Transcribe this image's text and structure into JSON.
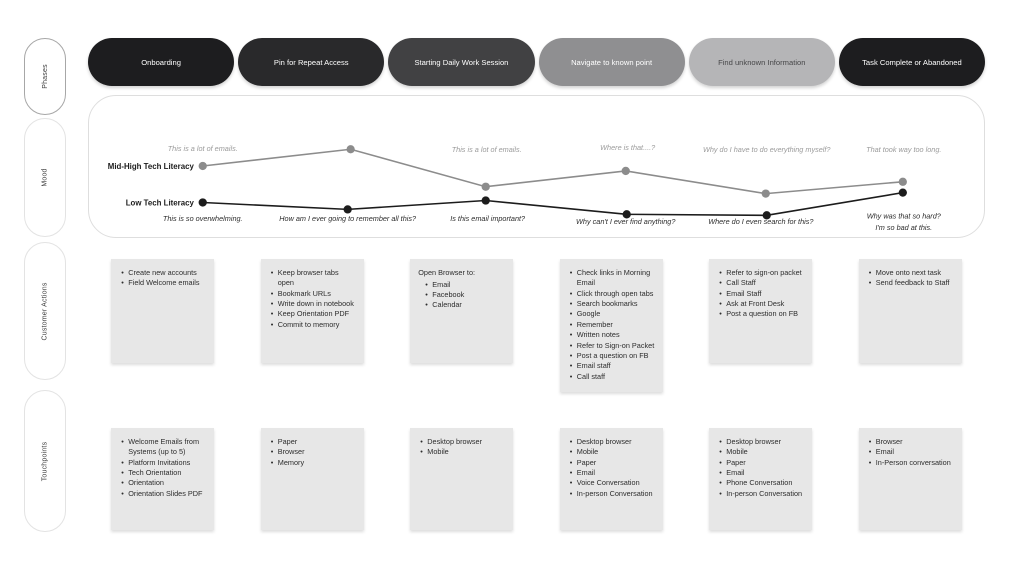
{
  "sidebar": {
    "labels": [
      {
        "label": "Phases"
      },
      {
        "label": "Mood"
      },
      {
        "label": "Customer Actions"
      },
      {
        "label": "Touchpoints"
      }
    ]
  },
  "phases": [
    {
      "label": "Onboarding",
      "bg": "#1d1d1f",
      "fg": "#ffffff"
    },
    {
      "label": "Pin for Repeat Access",
      "bg": "#29292b",
      "fg": "#ffffff"
    },
    {
      "label": "Starting Daily Work Session",
      "bg": "#414143",
      "fg": "#ffffff"
    },
    {
      "label": "Navigate to known point",
      "bg": "#8f8f91",
      "fg": "#ffffff"
    },
    {
      "label": "Find unknown Information",
      "bg": "#b5b5b7",
      "fg": "#474749"
    },
    {
      "label": "Task Complete or Abandoned",
      "bg": "#1d1d1f",
      "fg": "#ffffff"
    }
  ],
  "chart_data": {
    "type": "line",
    "categories": [
      "Onboarding",
      "Pin for Repeat Access",
      "Starting Daily Work Session",
      "Navigate to known point",
      "Find unknown Information",
      "Task Complete or Abandoned"
    ],
    "series": [
      {
        "name": "Mid-High Tech Literacy",
        "color": "#8c8c8c",
        "points": [
          [
            110,
            71
          ],
          [
            260,
            54
          ],
          [
            397,
            92
          ],
          [
            539,
            76
          ],
          [
            681,
            99
          ],
          [
            820,
            87
          ]
        ]
      },
      {
        "name": "Low Tech Literacy",
        "color": "#1c1c1c",
        "points": [
          [
            110,
            108
          ],
          [
            257,
            115
          ],
          [
            397,
            106
          ],
          [
            540,
            120
          ],
          [
            682,
            121
          ],
          [
            820,
            98
          ]
        ]
      }
    ],
    "quotes_top": [
      {
        "text": "This is a lot of emails.",
        "x": 110,
        "y": 56
      },
      {
        "text": "This is a lot of emails.",
        "x": 398,
        "y": 57
      },
      {
        "text": "Where is that....?",
        "x": 541,
        "y": 55
      },
      {
        "text": "Why do I have to do everything myself?",
        "x": 682,
        "y": 57
      },
      {
        "text": "That took way too long.",
        "x": 821,
        "y": 57
      }
    ],
    "quotes_bottom": [
      {
        "text": "This is so overwhelming.",
        "x": 110,
        "y": 127
      },
      {
        "text": "How am I ever going to remember all this?",
        "x": 257,
        "y": 127
      },
      {
        "text": "Is this email important?",
        "x": 399,
        "y": 127
      },
      {
        "text": "Why can't I ever find anything?",
        "x": 539,
        "y": 130
      },
      {
        "text": "Where do I even search for this?",
        "x": 676,
        "y": 130
      },
      {
        "text": "Why was that so hard?",
        "x": 821,
        "y": 124
      },
      {
        "text": "I'm so bad at this.",
        "x": 821,
        "y": 136
      }
    ],
    "grid": false,
    "legend_position": "inline-left"
  },
  "customer_actions": [
    {
      "items": [
        "Create new accounts",
        "Field Welcome emails"
      ]
    },
    {
      "items": [
        "Keep browser tabs open",
        "Bookmark URLs",
        "Write down in notebook",
        "Keep Orientation PDF",
        "Commit to memory"
      ]
    },
    {
      "heading": "Open Browser to:",
      "items": [
        "Email",
        "Facebook",
        "Calendar"
      ]
    },
    {
      "items": [
        "Check links in Morning Email",
        "Click through open tabs",
        "Search bookmarks",
        "Google",
        "Remember",
        "Written notes",
        "Refer to Sign-on Packet",
        "Post a question on FB",
        "Email staff",
        "Call staff"
      ]
    },
    {
      "items": [
        "Refer to sign-on packet",
        "Call Staff",
        "Email Staff",
        "Ask at Front Desk",
        "Post a question on FB"
      ]
    },
    {
      "items": [
        "Move onto next task",
        "Send feedback to Staff"
      ]
    }
  ],
  "touchpoints": [
    {
      "items": [
        "Welcome Emails from Systems (up to 5)",
        "Platform Invitations",
        "Tech Orientation",
        "Orientation",
        "Orientation Slides PDF"
      ]
    },
    {
      "items": [
        "Paper",
        "Browser",
        "Memory"
      ]
    },
    {
      "items": [
        "Desktop browser",
        "Mobile"
      ]
    },
    {
      "items": [
        "Desktop browser",
        "Mobile",
        "Paper",
        "Email",
        "Voice Conversation",
        "In-person Conversation"
      ]
    },
    {
      "items": [
        "Desktop browser",
        "Mobile",
        "Paper",
        "Email",
        "Phone Conversation",
        "In-person Conversation"
      ]
    },
    {
      "items": [
        "Browser",
        "Email",
        "In-Person conversation"
      ]
    }
  ]
}
